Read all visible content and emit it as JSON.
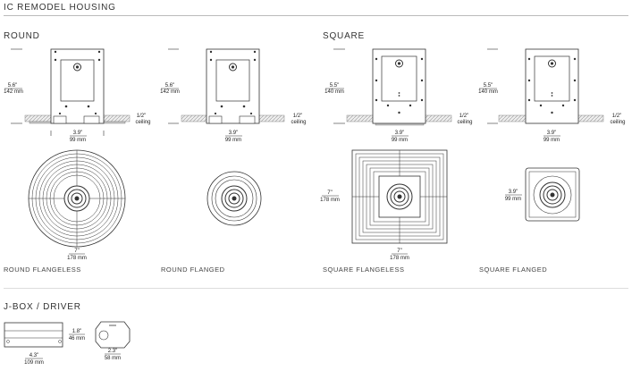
{
  "title": "IC REMODEL HOUSING",
  "sections": {
    "round": "ROUND",
    "square": "SQUARE",
    "jbox": "J-BOX / DRIVER"
  },
  "captions": {
    "round_flangeless": "ROUND FLANGELESS",
    "round_flanged": "ROUND FLANGED",
    "square_flangeless": "SQUARE FLANGELESS",
    "square_flanged": "SQUARE FLANGED"
  },
  "dims": {
    "round_height_in": "5.6\"",
    "round_height_mm": "142 mm",
    "square_height_in": "5.5\"",
    "square_height_mm": "140 mm",
    "width_in": "3.9\"",
    "width_mm": "99 mm",
    "ceiling_in": "1/2\"",
    "ceiling_label": "ceiling",
    "flange_in": "7\"",
    "flange_mm": "178 mm",
    "jbox_height_in": "1.8\"",
    "jbox_height_mm": "46 mm",
    "jbox_length_in": "4.3\"",
    "jbox_length_mm": "109 mm",
    "driver_width_in": "2.3\"",
    "driver_width_mm": "58 mm"
  }
}
